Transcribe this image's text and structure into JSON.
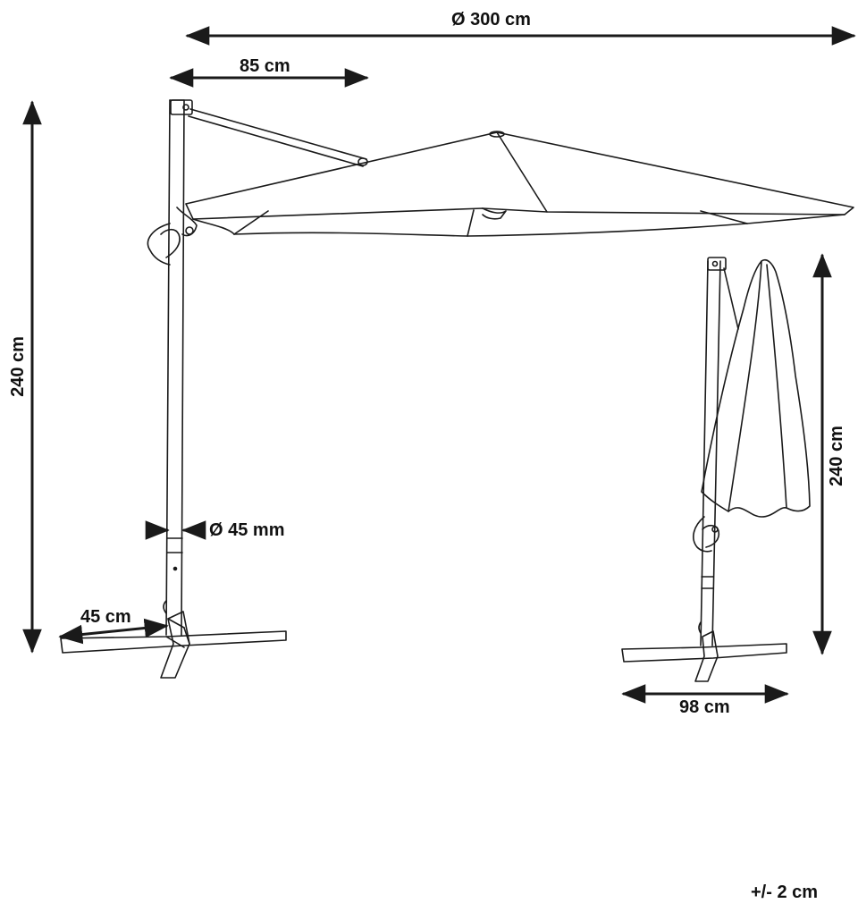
{
  "dimensions": {
    "diameter": "Ø 300 cm",
    "arm_length": "85 cm",
    "height_open": "240 cm",
    "pole_diameter": "Ø 45 mm",
    "base_half_width": "45 cm",
    "height_closed": "240 cm",
    "base_width": "98 cm",
    "tolerance": "+/- 2 cm"
  },
  "colors": {
    "line": "#1a1a1a",
    "background": "#ffffff"
  }
}
